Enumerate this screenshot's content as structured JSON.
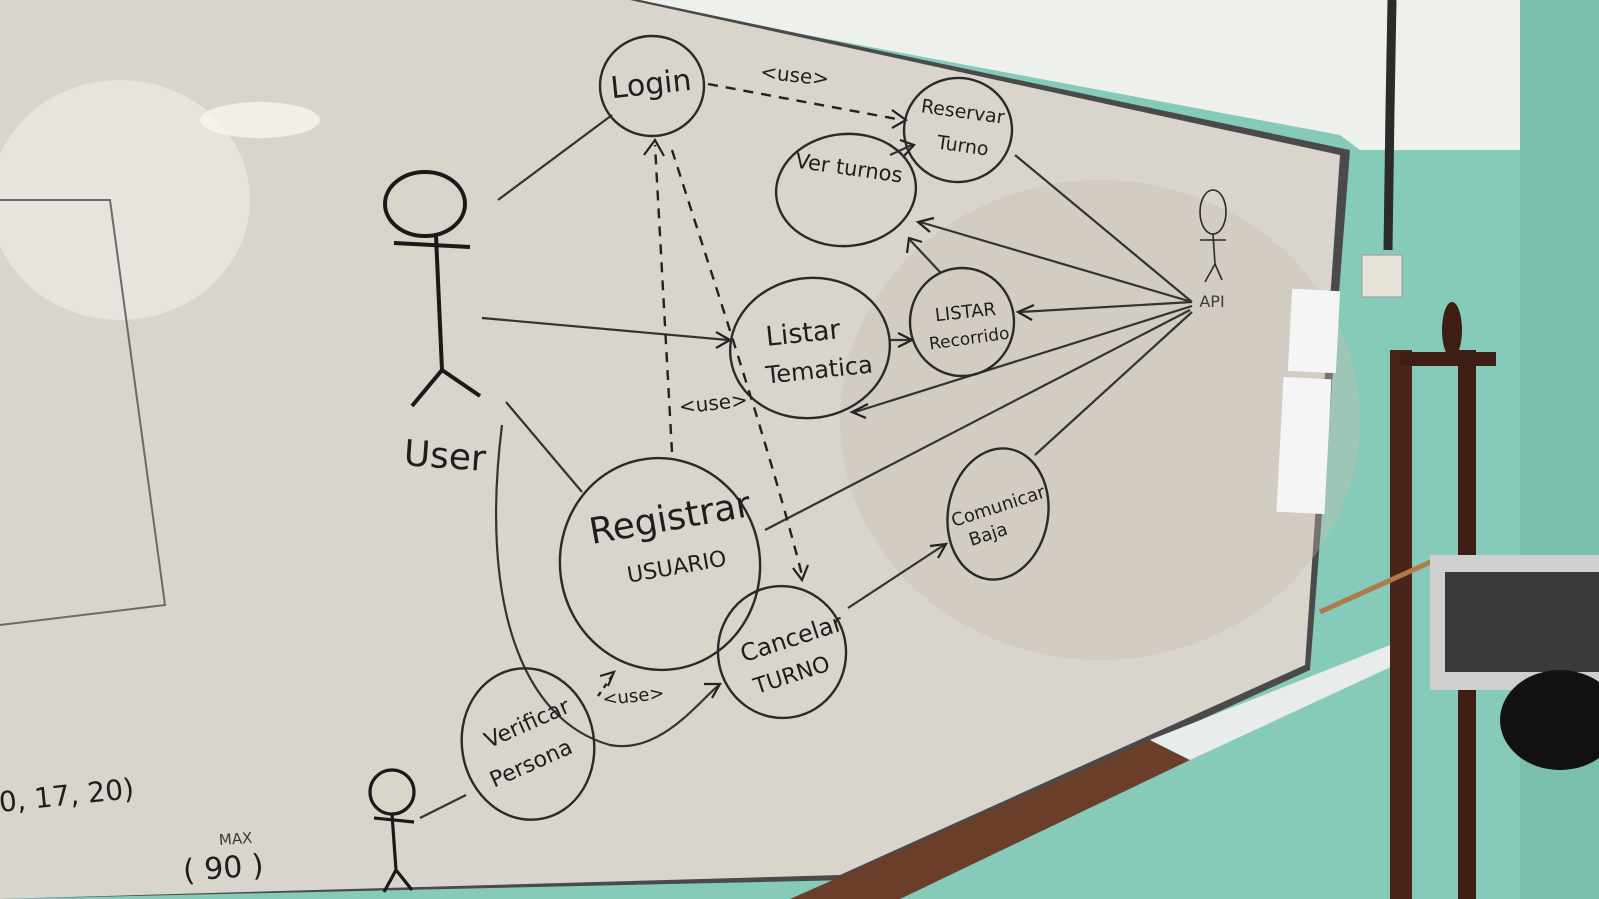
{
  "diagram": {
    "use_cases": {
      "login": "Login",
      "reservar_turno": [
        "Reservar",
        "Turno"
      ],
      "ver_turnos": "Ver turnos",
      "listar_tematica": [
        "Listar",
        "Tematica"
      ],
      "listar_recorrido": [
        "LISTAR",
        "Recorrido"
      ],
      "registrar_usuario": [
        "Registrar",
        "USUARIO"
      ],
      "cancelar_turno": [
        "Cancelar",
        "TURNO"
      ],
      "comunicar_baja": [
        "Comunicar",
        "Baja"
      ],
      "verificar_persona": [
        "Verificar",
        "Persona"
      ]
    },
    "actors": {
      "user": "User",
      "api": "API"
    },
    "relations": {
      "use_top": "<use>",
      "use_middle": "<use>",
      "use_bottom": "<use>"
    },
    "margin_notes": {
      "numbers": "0, 17, 20)",
      "max_label": "MAX",
      "max_value": "( 90 )"
    }
  }
}
